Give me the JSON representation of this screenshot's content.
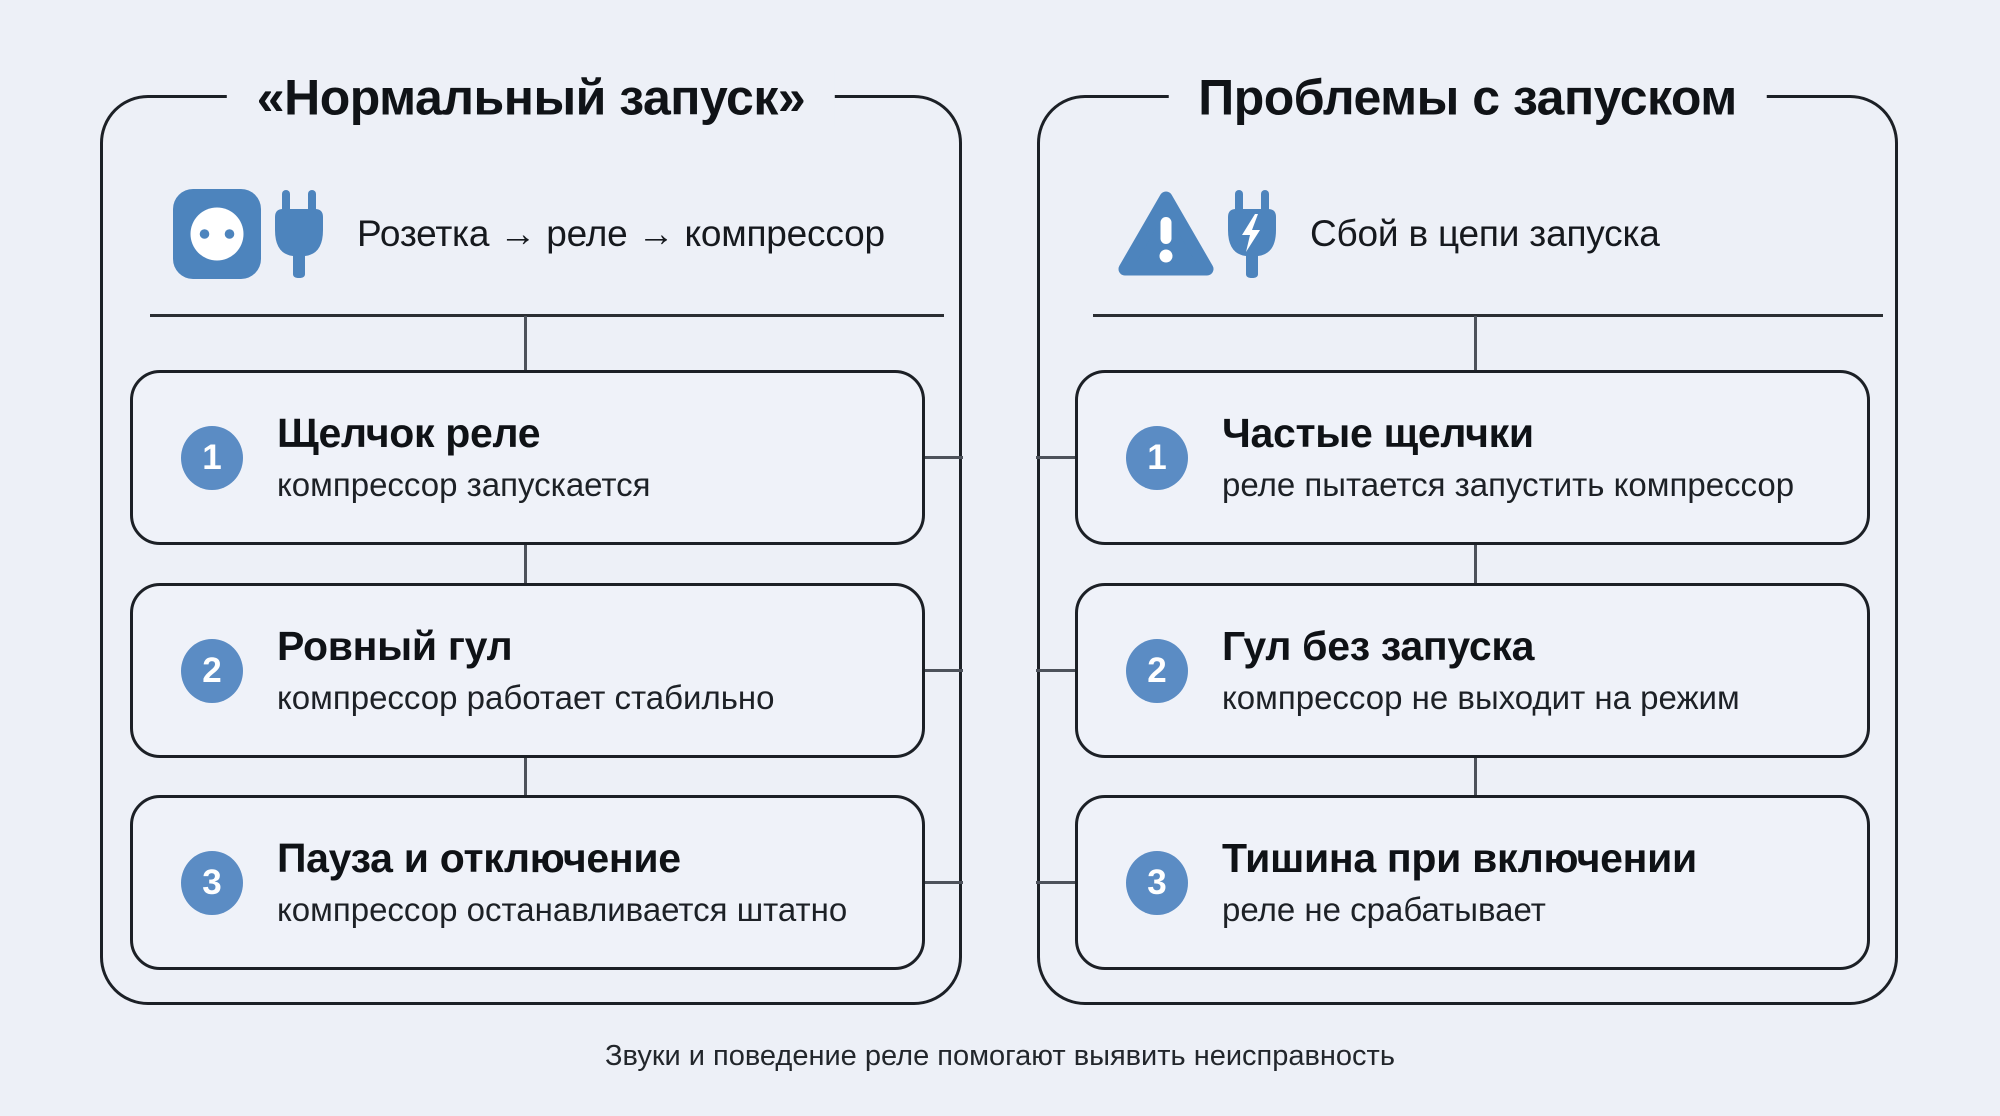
{
  "footer": "Звуки и поведение реле помогают выявить неисправность",
  "colors": {
    "background": "#edf0f7",
    "card_background": "#eff2f9",
    "border_dark": "#1c2026",
    "connector_gray": "#4d525b",
    "icon_blue": "#4d84bd",
    "badge_blue": "#5b8cc4"
  },
  "panels": [
    {
      "title": "«Нормальный запуск»",
      "icons": [
        "outlet-icon",
        "plug-icon"
      ],
      "summary": "Розетка → реле → компрессор",
      "steps": [
        {
          "num": "1",
          "title": "Щелчок реле",
          "desc": "компрессор запускается"
        },
        {
          "num": "2",
          "title": "Ровный гул",
          "desc": "компрессор работает стабильно"
        },
        {
          "num": "3",
          "title": "Пауза и отключение",
          "desc": "компрессор останавливается штатно"
        }
      ]
    },
    {
      "title": "Проблемы с запуском",
      "icons": [
        "warning-icon",
        "plug-bolt-icon"
      ],
      "summary": "Сбой в цепи запуска",
      "steps": [
        {
          "num": "1",
          "title": "Частые щелчки",
          "desc": "реле пытается запустить компрессор"
        },
        {
          "num": "2",
          "title": "Гул без запуска",
          "desc": "компрессор не выходит на режим"
        },
        {
          "num": "3",
          "title": "Тишина при включении",
          "desc": "реле не срабатывает"
        }
      ]
    }
  ]
}
